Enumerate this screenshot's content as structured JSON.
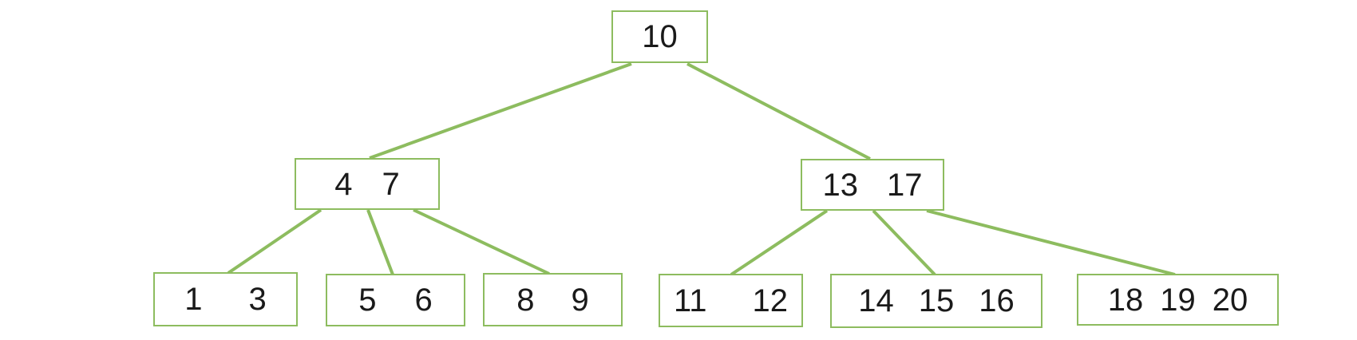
{
  "diagram": {
    "type": "b-tree",
    "colors": {
      "node_border": "#8dbc5f",
      "edge": "#8dbc5f",
      "text": "#1a1a1a",
      "background": "#ffffff"
    },
    "nodes": {
      "root": {
        "keys": [
          "10"
        ]
      },
      "internal_left": {
        "keys": [
          "4",
          "7"
        ]
      },
      "internal_right": {
        "keys": [
          "13",
          "17"
        ]
      },
      "leaf_1": {
        "keys": [
          "1",
          "3"
        ]
      },
      "leaf_2": {
        "keys": [
          "5",
          "6"
        ]
      },
      "leaf_3": {
        "keys": [
          "8",
          "9"
        ]
      },
      "leaf_4": {
        "keys": [
          "11",
          "12"
        ]
      },
      "leaf_5": {
        "keys": [
          "14",
          "15",
          "16"
        ]
      },
      "leaf_6": {
        "keys": [
          "18",
          "19",
          "20"
        ]
      }
    },
    "edges": [
      {
        "from": "root",
        "to": "internal_left"
      },
      {
        "from": "root",
        "to": "internal_right"
      },
      {
        "from": "internal_left",
        "to": "leaf_1"
      },
      {
        "from": "internal_left",
        "to": "leaf_2"
      },
      {
        "from": "internal_left",
        "to": "leaf_3"
      },
      {
        "from": "internal_right",
        "to": "leaf_4"
      },
      {
        "from": "internal_right",
        "to": "leaf_5"
      },
      {
        "from": "internal_right",
        "to": "leaf_6"
      }
    ]
  }
}
